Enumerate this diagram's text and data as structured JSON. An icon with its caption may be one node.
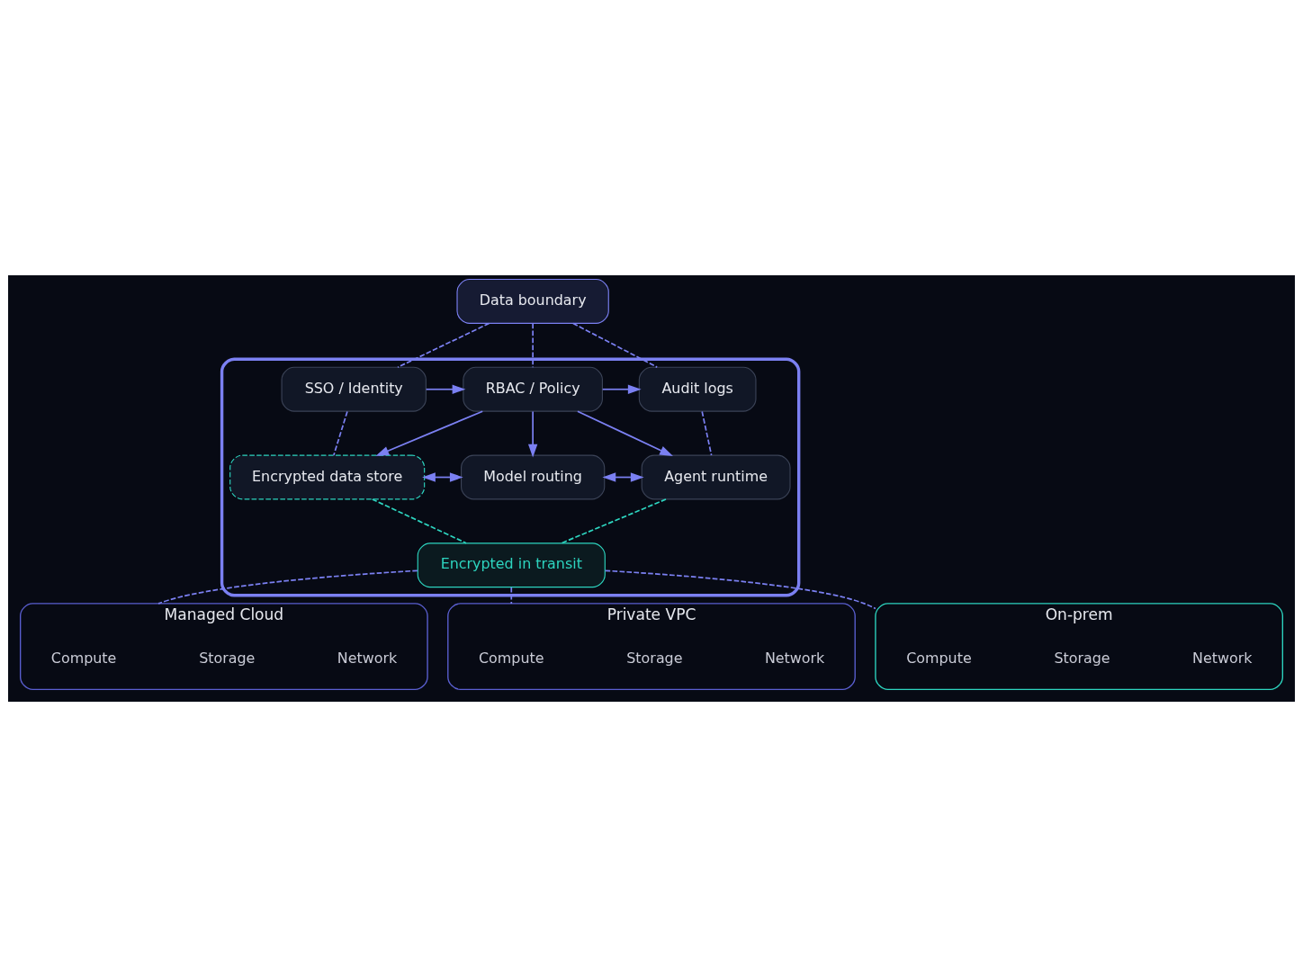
{
  "diagram": {
    "nodes": [
      {
        "text": [],
        "shape": "box"
      },
      {
        "text": [
          "Data boundary"
        ]
      },
      {
        "text": [
          "SSO / Identity"
        ],
        "in": 0
      },
      {
        "text": [
          "RBAC / Policy"
        ],
        "in": 0
      },
      {
        "text": [
          "Audit logs"
        ],
        "in": 0
      },
      {
        "text": [
          "Encrypted data store"
        ],
        "in": 0
      },
      {
        "text": [
          "Model routing"
        ],
        "in": 0
      },
      {
        "text": [
          "Agent runtime"
        ],
        "in": 0
      },
      {
        "text": [
          "Encrypted in transit"
        ],
        "in": 0
      },
      {
        "text": [
          "Managed Cloud"
        ]
      },
      {
        "text": [
          "Compute"
        ],
        "in": 9
      },
      {
        "text": [
          "Storage"
        ],
        "in": 9
      },
      {
        "text": [
          "Network"
        ],
        "in": 9
      },
      {
        "text": [
          "Private VPC"
        ]
      },
      {
        "text": [
          "Compute"
        ],
        "in": 13
      },
      {
        "text": [
          "Storage"
        ],
        "in": 13
      },
      {
        "text": [
          "Network"
        ],
        "in": 13
      },
      {
        "text": [
          "On-prem"
        ]
      },
      {
        "text": [
          "Compute"
        ],
        "in": 17
      },
      {
        "text": [
          "Storage"
        ],
        "in": 17
      },
      {
        "text": [
          "Network"
        ],
        "in": 17
      }
    ],
    "edges": [
      {
        "from": 1,
        "to": 2,
        "arrow": "none",
        "style": "dashed"
      },
      {
        "from": 1,
        "to": 3,
        "arrow": "none",
        "style": "dashed"
      },
      {
        "from": 1,
        "to": 4,
        "arrow": "none",
        "style": "dashed"
      },
      {
        "from": 2,
        "to": 3,
        "arrow": "to"
      },
      {
        "from": 3,
        "to": 4,
        "arrow": "to"
      },
      {
        "from": 3,
        "to": 5,
        "arrow": "to"
      },
      {
        "from": 3,
        "to": 6,
        "arrow": "to"
      },
      {
        "from": 3,
        "to": 7,
        "arrow": "to"
      },
      {
        "from": 2,
        "to": 5,
        "arrow": "none",
        "style": "dashed"
      },
      {
        "from": 4,
        "to": 7,
        "arrow": "none",
        "style": "dashed"
      },
      {
        "from": 5,
        "to": 6,
        "arrow": "both"
      },
      {
        "from": 6,
        "to": 7,
        "arrow": "both"
      },
      {
        "from": 5,
        "to": 8,
        "arrow": "none",
        "style": "dashed",
        "color": "#2dd4bf"
      },
      {
        "from": 7,
        "to": 8,
        "arrow": "none",
        "style": "dashed",
        "color": "#2dd4bf"
      },
      {
        "from": 8,
        "to": 9,
        "arrow": "none",
        "style": "dashed"
      },
      {
        "from": 8,
        "to": 13,
        "arrow": "none",
        "style": "dashed"
      },
      {
        "from": 8,
        "to": 17,
        "arrow": "none",
        "style": "dashed"
      }
    ]
  }
}
